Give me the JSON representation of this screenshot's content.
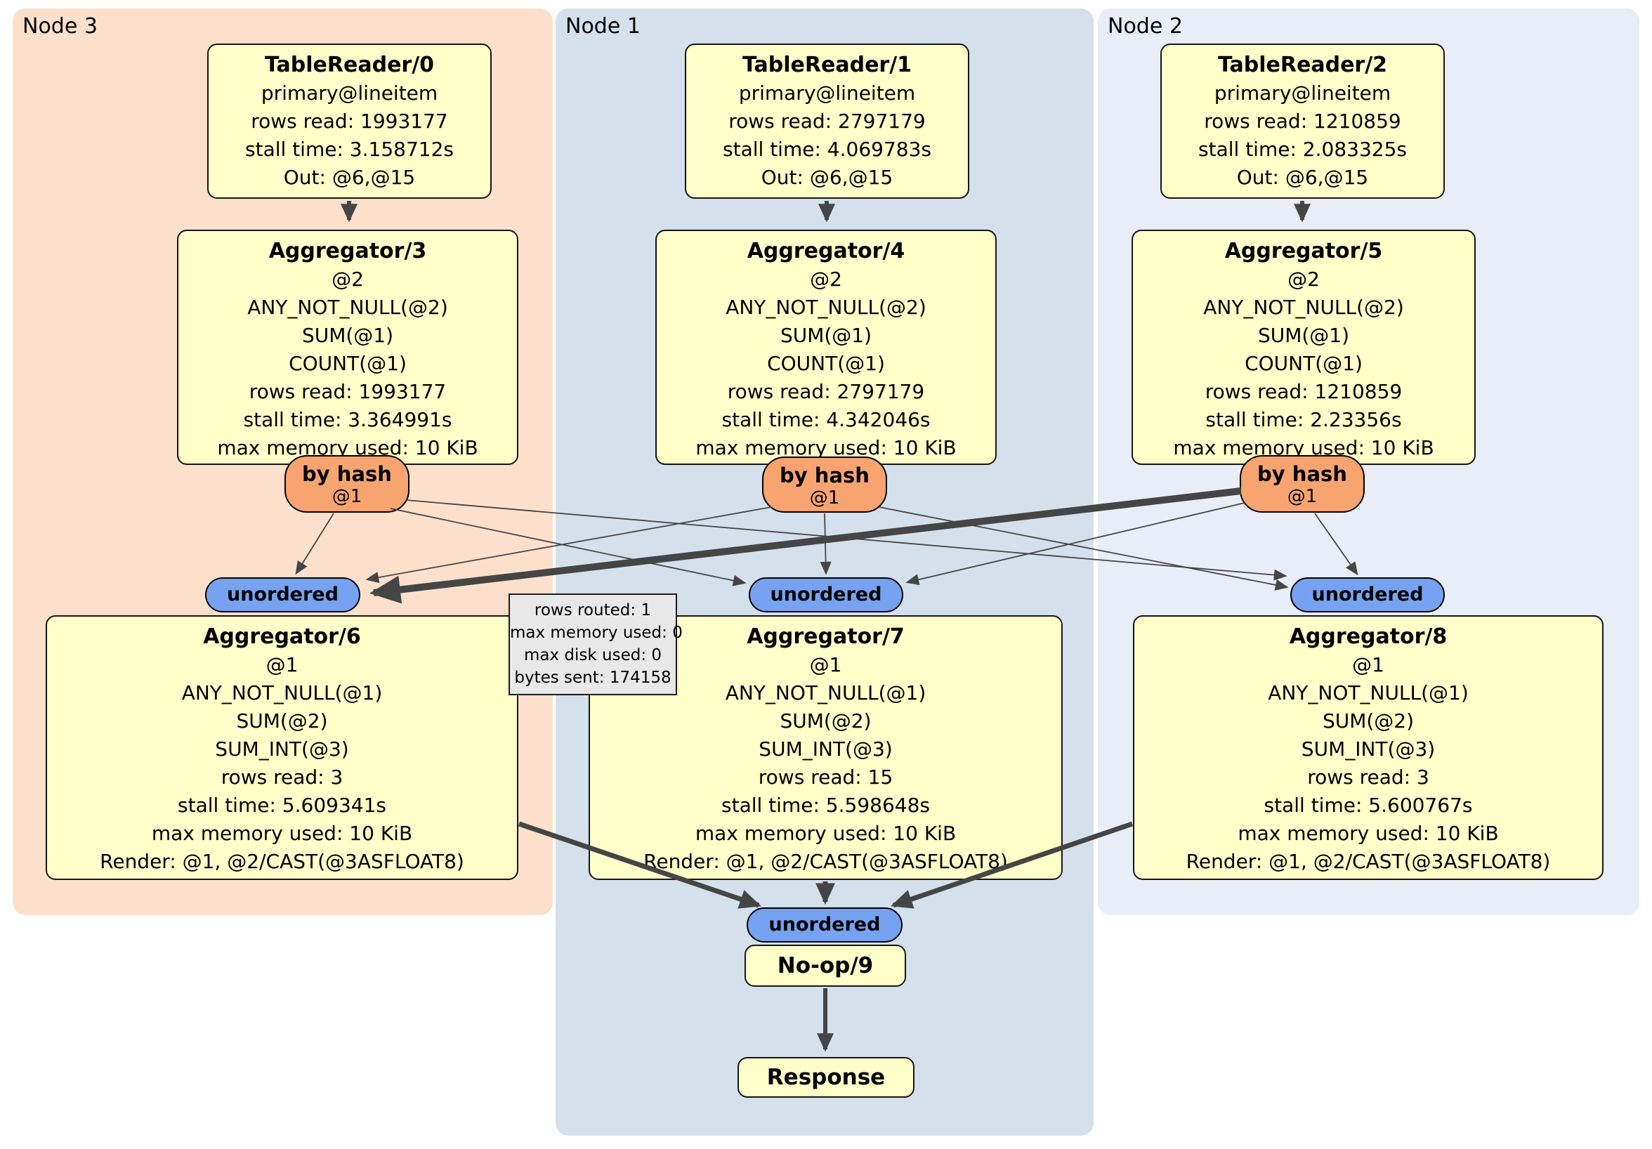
{
  "regions": {
    "node3": {
      "label": "Node 3"
    },
    "node1": {
      "label": "Node 1"
    },
    "node2": {
      "label": "Node 2"
    }
  },
  "boxes": {
    "tr0": {
      "title": "TableReader/0",
      "lines": [
        "primary@lineitem",
        "rows read: 1993177",
        "stall time: 3.158712s",
        "Out: @6,@15"
      ]
    },
    "tr1": {
      "title": "TableReader/1",
      "lines": [
        "primary@lineitem",
        "rows read: 2797179",
        "stall time: 4.069783s",
        "Out: @6,@15"
      ]
    },
    "tr2": {
      "title": "TableReader/2",
      "lines": [
        "primary@lineitem",
        "rows read: 1210859",
        "stall time: 2.083325s",
        "Out: @6,@15"
      ]
    },
    "agg3": {
      "title": "Aggregator/3",
      "lines": [
        "@2",
        "ANY_NOT_NULL(@2)",
        "SUM(@1)",
        "COUNT(@1)",
        "rows read: 1993177",
        "stall time: 3.364991s",
        "max memory used: 10 KiB"
      ]
    },
    "agg4": {
      "title": "Aggregator/4",
      "lines": [
        "@2",
        "ANY_NOT_NULL(@2)",
        "SUM(@1)",
        "COUNT(@1)",
        "rows read: 2797179",
        "stall time: 4.342046s",
        "max memory used: 10 KiB"
      ]
    },
    "agg5": {
      "title": "Aggregator/5",
      "lines": [
        "@2",
        "ANY_NOT_NULL(@2)",
        "SUM(@1)",
        "COUNT(@1)",
        "rows read: 1210859",
        "stall time: 2.23356s",
        "max memory used: 10 KiB"
      ]
    },
    "agg6": {
      "title": "Aggregator/6",
      "lines": [
        "@1",
        "ANY_NOT_NULL(@1)",
        "SUM(@2)",
        "SUM_INT(@3)",
        "rows read: 3",
        "stall time: 5.609341s",
        "max memory used: 10 KiB",
        "Render: @1, @2/CAST(@3ASFLOAT8)"
      ]
    },
    "agg7": {
      "title": "Aggregator/7",
      "lines": [
        "@1",
        "ANY_NOT_NULL(@1)",
        "SUM(@2)",
        "SUM_INT(@3)",
        "rows read: 15",
        "stall time: 5.598648s",
        "max memory used: 10 KiB",
        "Render: @1, @2/CAST(@3ASFLOAT8)"
      ]
    },
    "agg8": {
      "title": "Aggregator/8",
      "lines": [
        "@1",
        "ANY_NOT_NULL(@1)",
        "SUM(@2)",
        "SUM_INT(@3)",
        "rows read: 3",
        "stall time: 5.600767s",
        "max memory used: 10 KiB",
        "Render: @1, @2/CAST(@3ASFLOAT8)"
      ]
    },
    "noop": {
      "title": "No-op/9"
    },
    "response": {
      "title": "Response"
    }
  },
  "routers": {
    "by_hash": {
      "label": "by hash",
      "sub": "@1"
    },
    "unordered": {
      "label": "unordered"
    }
  },
  "tooltip": {
    "lines": [
      "rows routed: 1",
      "max memory used: 0",
      "max disk used: 0",
      "bytes sent: 174158"
    ]
  },
  "colors": {
    "region_node3": "#fce0cc",
    "region_node1": "#d4e1ec",
    "region_node2": "#e9edf7",
    "box_fill": "#ffffc9",
    "box_border": "#151515",
    "router_fill": "#f8a470",
    "sync_fill": "#75a3f2",
    "edge": "#454545",
    "tooltip_fill": "#e8e8e8",
    "page_bg": "#ffffff"
  }
}
